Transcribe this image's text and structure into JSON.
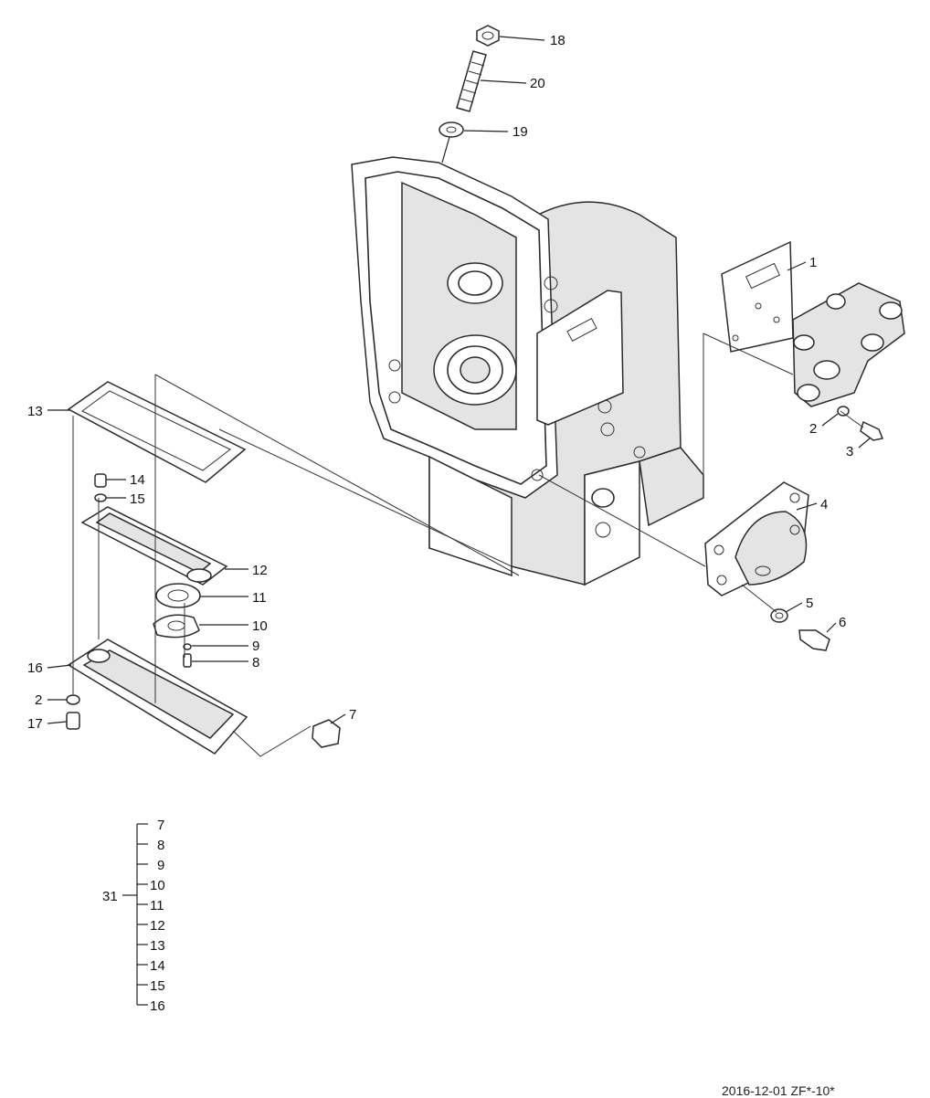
{
  "callouts": [
    {
      "id": "c18",
      "label": "18"
    },
    {
      "id": "c20",
      "label": "20"
    },
    {
      "id": "c19",
      "label": "19"
    },
    {
      "id": "c1",
      "label": "1"
    },
    {
      "id": "c2a",
      "label": "2"
    },
    {
      "id": "c3",
      "label": "3"
    },
    {
      "id": "c4",
      "label": "4"
    },
    {
      "id": "c5",
      "label": "5"
    },
    {
      "id": "c6",
      "label": "6"
    },
    {
      "id": "c13",
      "label": "13"
    },
    {
      "id": "c14",
      "label": "14"
    },
    {
      "id": "c15",
      "label": "15"
    },
    {
      "id": "c12",
      "label": "12"
    },
    {
      "id": "c11",
      "label": "11"
    },
    {
      "id": "c10",
      "label": "10"
    },
    {
      "id": "c9",
      "label": "9"
    },
    {
      "id": "c8",
      "label": "8"
    },
    {
      "id": "c16",
      "label": "16"
    },
    {
      "id": "c2b",
      "label": "2"
    },
    {
      "id": "c17",
      "label": "17"
    },
    {
      "id": "c7",
      "label": "7"
    }
  ],
  "kit": {
    "label": "31",
    "items": [
      "7",
      "8",
      "9",
      "10",
      "11",
      "12",
      "13",
      "14",
      "15",
      "16"
    ]
  },
  "footer": "2016-12-01  ZF*-10*"
}
